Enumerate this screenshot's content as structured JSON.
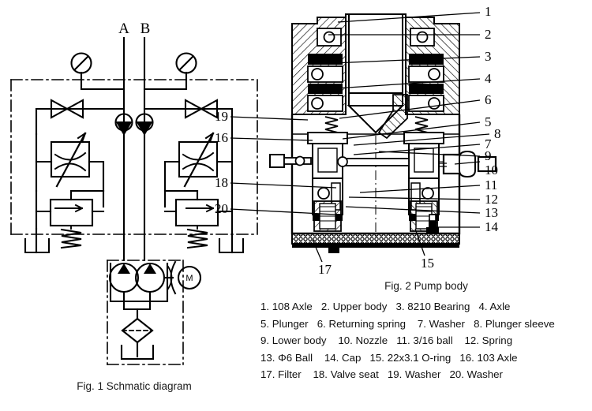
{
  "figures": {
    "fig1": {
      "caption": "Fig. 1 Schmatic diagram",
      "port_a": "A",
      "port_b": "B",
      "motor_symbol": "M",
      "symbols": [
        "pressure-gauge-left",
        "pressure-gauge-right",
        "shutoff-valve-left",
        "shutoff-valve-right",
        "check-valve-a",
        "check-valve-b",
        "throttle-valve-left",
        "throttle-valve-right",
        "relief-valve-left",
        "relief-valve-right",
        "tank-left",
        "tank-right",
        "tank-bottom",
        "pump-left",
        "pump-right",
        "electric-motor",
        "filter"
      ]
    },
    "fig2": {
      "caption": "Fig. 2 Pump body",
      "callouts_right": [
        "1",
        "2",
        "3",
        "4",
        "6",
        "5",
        "8",
        "7",
        "9",
        "10",
        "11",
        "12",
        "13",
        "14"
      ],
      "callouts_left": [
        "19",
        "16",
        "18",
        "20"
      ],
      "callouts_bottom": [
        "15",
        "17"
      ]
    }
  },
  "legend": {
    "rows": [
      [
        "1. 108 Axle",
        "2. Upper body",
        "3. 8210 Bearing",
        "4. Axle"
      ],
      [
        "5. Plunger",
        "6. Returning spring",
        "7. Washer",
        "8. Plunger sleeve"
      ],
      [
        "9. Lower body",
        "10. Nozzle",
        "11. 3/16 ball",
        "12. Spring"
      ],
      [
        "13. Φ6 Ball",
        "14. Cap",
        "15. 22x3.1 O-ring",
        "16. 103 Axle"
      ],
      [
        "17. Filter",
        "18. Valve seat",
        "19. Washer",
        "20. Washer"
      ]
    ]
  },
  "colors": {
    "ink": "#000000",
    "background": "#ffffff"
  }
}
